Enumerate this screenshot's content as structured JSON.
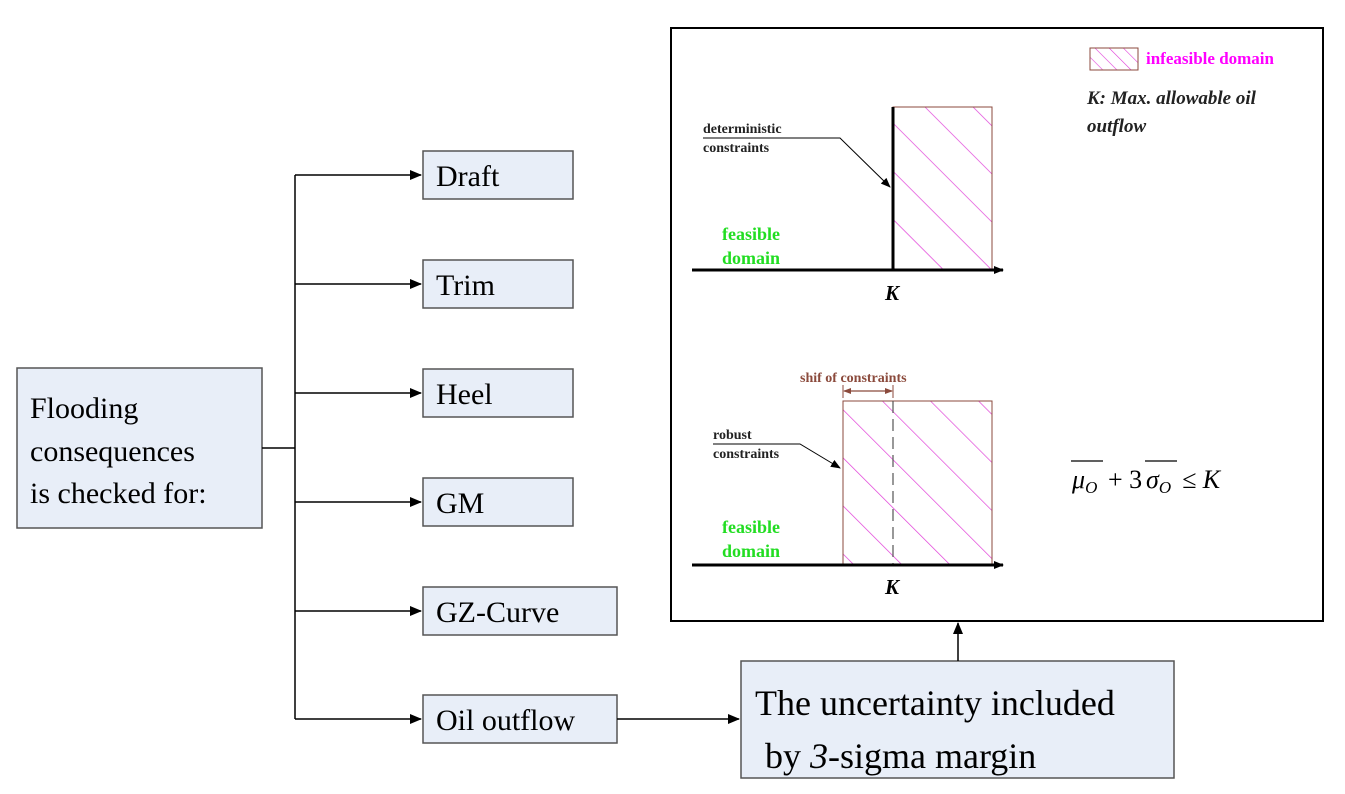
{
  "source": {
    "line1": "Flooding",
    "line2": "consequences",
    "line3": "is checked for:"
  },
  "checks": [
    "Draft",
    "Trim",
    "Heel",
    "GM",
    "GZ-Curve",
    "Oil outflow"
  ],
  "uncertainty": {
    "line1": "The uncertainty included",
    "line2_prefix": "by ",
    "line2_italic": "3",
    "line2_suffix": "-sigma margin"
  },
  "panel": {
    "legend_label": "infeasible domain",
    "k_note_line1": "K: Max. allowable oil",
    "k_note_line2": "outflow",
    "top": {
      "constraint_line1": "deterministic",
      "constraint_line2": "constraints",
      "feasible_line1": "feasible",
      "feasible_line2": "domain",
      "axis_label": "K"
    },
    "bottom": {
      "shift_label": "shif of constraints",
      "constraint_line1": "robust",
      "constraint_line2": "constraints",
      "feasible_line1": "feasible",
      "feasible_line2": "domain",
      "axis_label": "K"
    },
    "formula": {
      "mu": "μ",
      "sub_o": "O",
      "plus3": "+ 3",
      "sigma": "σ",
      "le_k": "≤ K"
    }
  },
  "colors": {
    "box_fill": "#e8eef8",
    "hatch": "#e040d8",
    "legend_text": "#ff00ff",
    "feasible_text": "#22dd22",
    "shift_text": "#8b4a3c"
  }
}
